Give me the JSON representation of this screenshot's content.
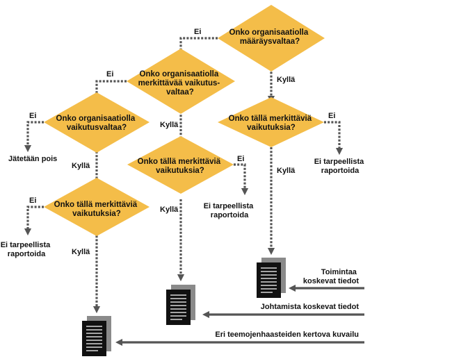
{
  "colors": {
    "diamond": "#f4bd49",
    "connector": "#555555",
    "document": "#111111",
    "document_shadow": "#8a8a8a"
  },
  "decisions": {
    "d1": [
      "Onko organisaatiolla",
      "määräysvaltaa?"
    ],
    "d2": [
      "Onko organisaatiolla",
      "merkittävää vaikutus-",
      "valtaa?"
    ],
    "d3": [
      "Onko organisaatiolla",
      "vaikutusvaltaa?"
    ],
    "d4": [
      "Onko tällä merkittäviä",
      "vaikutuksia?"
    ],
    "d5": [
      "Onko tällä merkittäviä",
      "vaikutuksia?"
    ],
    "d6": [
      "Onko tällä merkittäviä",
      "vaikutuksia?"
    ]
  },
  "labels": {
    "ei_d1": "Ei",
    "kylla_d1": "Kyllä",
    "ei_d2": "Ei",
    "kylla_d2": "Kyllä",
    "ei_d3": "Ei",
    "kylla_d3": "Kyllä",
    "ei_d4": "Ei",
    "kylla_d4": "Kyllä",
    "ei_d5": "Ei",
    "kylla_d5": "Kyllä",
    "ei_d6": "Ei",
    "kylla_d6": "Kyllä"
  },
  "outcomes": {
    "jatetaan_pois": "Jätetään pois",
    "no_report_left": [
      "Ei tarpeellista",
      "raportoida"
    ],
    "no_report_mid": [
      "Ei tarpeellista",
      "raportoida"
    ],
    "no_report_right": [
      "Ei tarpeellista",
      "raportoida"
    ]
  },
  "inputs": {
    "toimintaa": [
      "Toimintaa",
      "koskevat tiedot"
    ],
    "johtamista": "Johtamista koskevat tiedot",
    "teemoje": "Eri teemojenhaasteiden kertova kuvailu"
  },
  "icons": {
    "document": "document-icon",
    "arrow": "arrow-head-icon"
  }
}
